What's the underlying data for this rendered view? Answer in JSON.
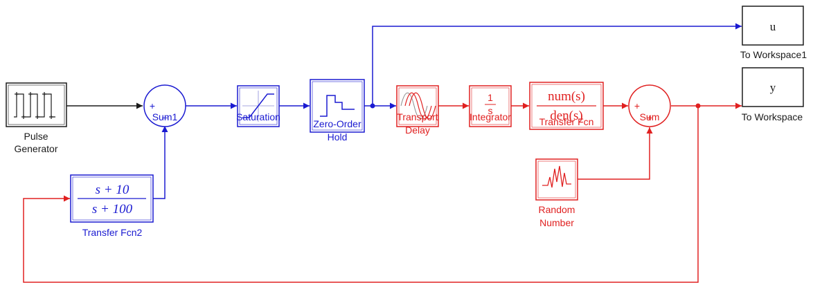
{
  "colors": {
    "black": "#1a1a1a",
    "blue": "#1a1ad1",
    "red": "#e02020",
    "block_fill": "#ffffff",
    "red_fill": "#fff1f1",
    "blue_fill": "#f1f3ff"
  },
  "blocks": {
    "pulse_generator": {
      "label_line1": "Pulse",
      "label_line2": "Generator",
      "icon": "pulse-train-icon"
    },
    "sum1": {
      "label": "Sum1",
      "sign_plus": "+",
      "sign_minus": "–"
    },
    "saturation": {
      "label": "Saturation",
      "icon": "saturation-curve-icon"
    },
    "zero_order_hold": {
      "label_line1": "Zero-Order",
      "label_line2": "Hold",
      "icon": "staircase-icon"
    },
    "transport_delay": {
      "label_line1": "Transport",
      "label_line2": "Delay",
      "icon": "delayed-wave-icon"
    },
    "integrator": {
      "label": "Integrator",
      "numerator": "1",
      "denominator": "s"
    },
    "transfer_fcn": {
      "label": "Transfer Fcn",
      "numerator": "num(s)",
      "denominator": "den(s)"
    },
    "sum": {
      "label": "Sum",
      "sign_plus_left": "+",
      "sign_plus_bottom": "+"
    },
    "to_workspace1": {
      "label": "To Workspace1",
      "variable": "u"
    },
    "to_workspace": {
      "label": "To Workspace",
      "variable": "y"
    },
    "random_number": {
      "label_line1": "Random",
      "label_line2": "Number",
      "icon": "random-signal-icon"
    },
    "transfer_fcn2": {
      "label": "Transfer Fcn2",
      "numerator": "s + 10",
      "denominator": "s + 100"
    }
  }
}
